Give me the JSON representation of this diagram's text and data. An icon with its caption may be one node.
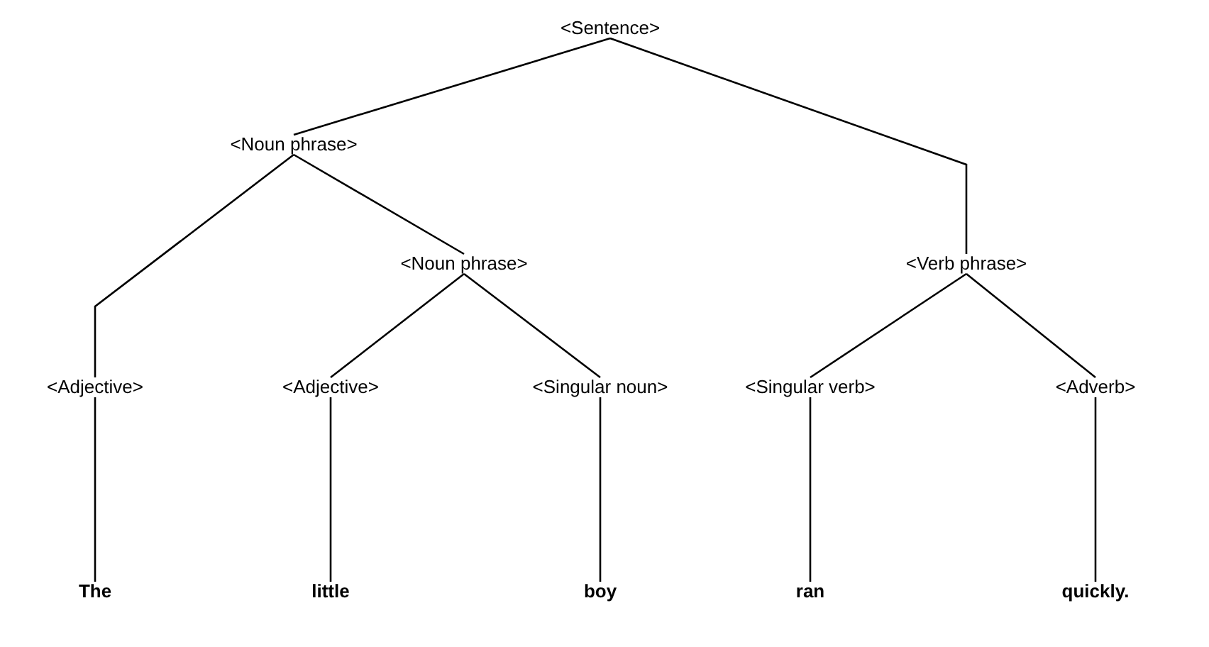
{
  "diagram": {
    "nodes": [
      {
        "text": [
          "<Sentence>"
        ]
      },
      {
        "text": [
          "<Noun phrase>"
        ]
      },
      {
        "text": [
          "<Noun phrase>"
        ]
      },
      {
        "text": [
          "<Verb phrase>"
        ]
      },
      {
        "text": [
          "<Adjective>"
        ]
      },
      {
        "text": [
          "<Adjective>"
        ]
      },
      {
        "text": [
          "<Singular noun>"
        ]
      },
      {
        "text": [
          "<Singular verb>"
        ]
      },
      {
        "text": [
          "<Adverb>"
        ]
      },
      {
        "text": [
          "The"
        ]
      },
      {
        "text": [
          "little"
        ]
      },
      {
        "text": [
          "boy"
        ]
      },
      {
        "text": [
          "ran"
        ]
      },
      {
        "text": [
          "quickly."
        ]
      }
    ],
    "edges": [
      {
        "from": 0,
        "to": 1,
        "arrow": "none"
      },
      {
        "from": 0,
        "to": 3,
        "arrow": "none"
      },
      {
        "from": 1,
        "to": 4,
        "arrow": "none"
      },
      {
        "from": 1,
        "to": 2,
        "arrow": "none"
      },
      {
        "from": 2,
        "to": 5,
        "arrow": "none"
      },
      {
        "from": 2,
        "to": 6,
        "arrow": "none"
      },
      {
        "from": 3,
        "to": 7,
        "arrow": "none"
      },
      {
        "from": 3,
        "to": 8,
        "arrow": "none"
      },
      {
        "from": 4,
        "to": 9,
        "arrow": "none"
      },
      {
        "from": 5,
        "to": 10,
        "arrow": "none"
      },
      {
        "from": 6,
        "to": 11,
        "arrow": "none"
      },
      {
        "from": 7,
        "to": 12,
        "arrow": "none"
      },
      {
        "from": 8,
        "to": 13,
        "arrow": "none"
      }
    ]
  }
}
